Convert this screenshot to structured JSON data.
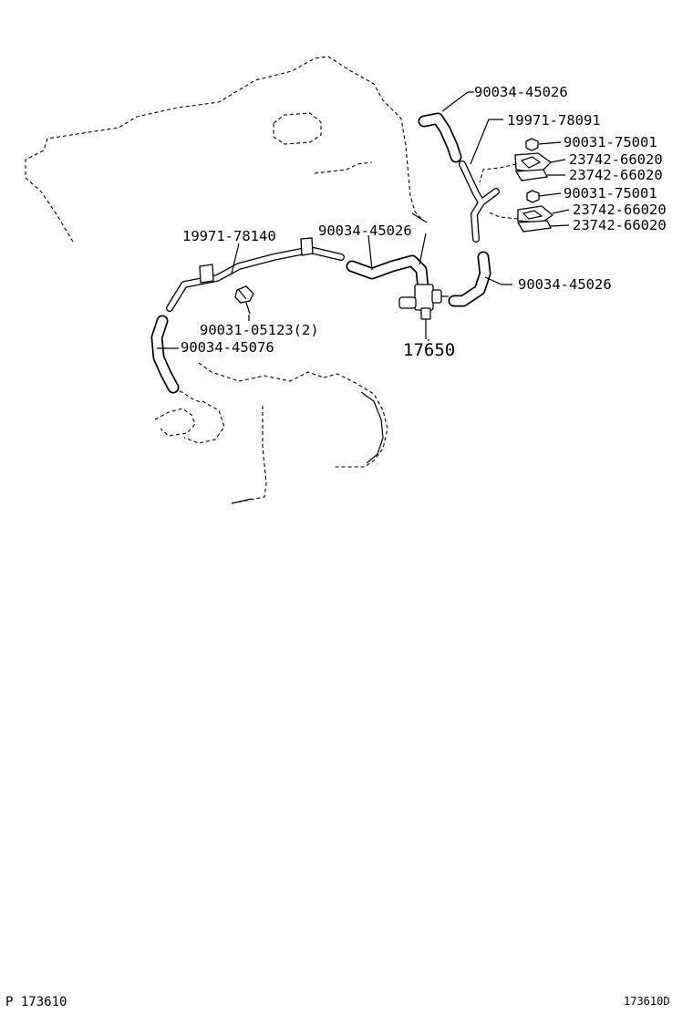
{
  "parts": {
    "hose_top": "90034-45026",
    "pipe_top": "19971-78091",
    "nut_upper": "90031-75001",
    "clamp_upper_a": "23742-66020",
    "clamp_upper_b": "23742-66020",
    "nut_lower": "90031-75001",
    "clamp_lower_a": "23742-66020",
    "clamp_lower_b": "23742-66020",
    "pipe_left": "19971-78140",
    "hose_mid": "90034-45026",
    "hose_right": "90034-45026",
    "bolt": "90031-05123(2)",
    "hose_left": "90034-45076",
    "vsv": "17650"
  },
  "footer": {
    "page_ref": "P 173610",
    "figure_id": "173610D"
  }
}
